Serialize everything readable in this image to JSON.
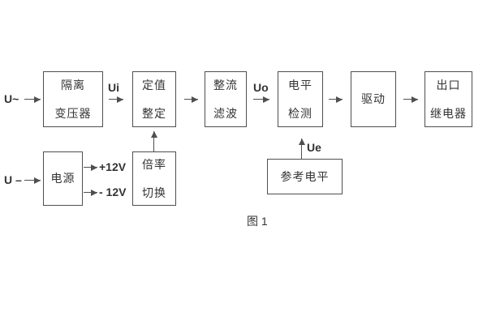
{
  "diagram": {
    "caption": "图 1",
    "blocks": {
      "isolation_transformer": {
        "line1": "隔离",
        "line2": "变压器"
      },
      "setting_adjust": {
        "line1": "定值",
        "line2": "整定"
      },
      "rectify_filter": {
        "line1": "整流",
        "line2": "滤波"
      },
      "level_detect": {
        "line1": "电平",
        "line2": "检测"
      },
      "drive": {
        "line1": "驱动"
      },
      "output_relay": {
        "line1": "出口",
        "line2": "继电器"
      },
      "power_supply": {
        "line1": "电源"
      },
      "rate_switch": {
        "line1": "倍率",
        "line2": "切换"
      },
      "reference_level": {
        "line1": "参考电平"
      }
    },
    "signals": {
      "ac_input": "U~",
      "dc_input": "U –",
      "ui": "Ui",
      "uo": "Uo",
      "ue": "Ue",
      "plus_12v": "+12V",
      "minus_12v": "- 12V"
    },
    "colors": {
      "line": "#4f4f4f",
      "text": "#333333",
      "background": "#ffffff"
    }
  }
}
